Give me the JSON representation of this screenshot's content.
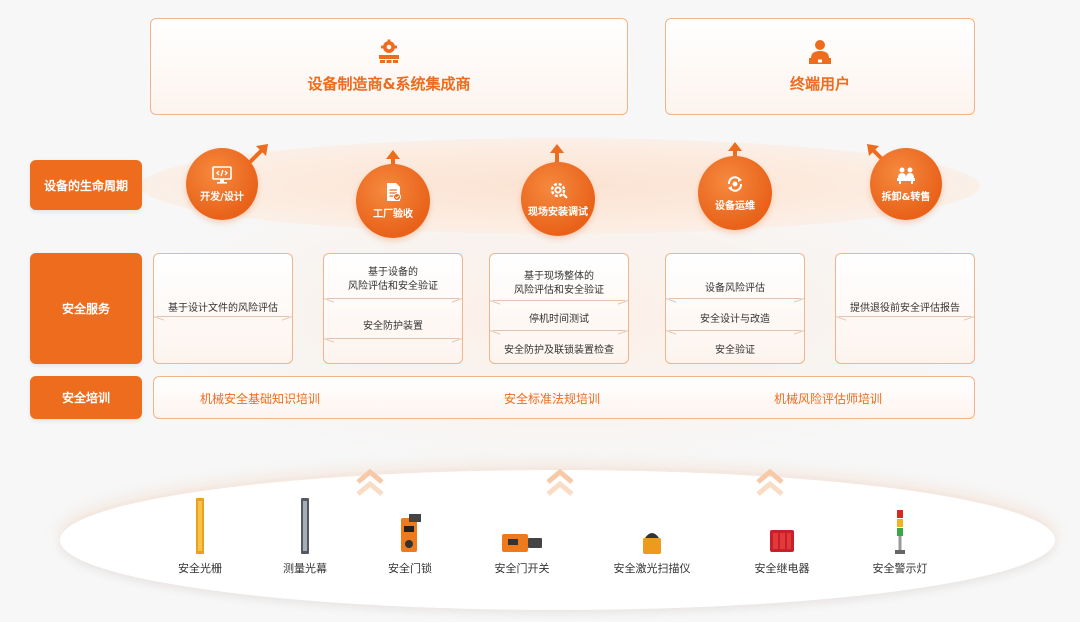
{
  "stakeholders": {
    "manufacturer": "设备制造商&系统集成商",
    "end_user": "终端用户"
  },
  "rows": {
    "lifecycle": "设备的生命周期",
    "services": "安全服务",
    "training": "安全培训"
  },
  "lifecycle_stages": [
    {
      "label": "开发/设计",
      "icon": "code-monitor-icon"
    },
    {
      "label": "工厂验收",
      "icon": "checklist-document-icon"
    },
    {
      "label": "现场安装调试",
      "icon": "gear-settings-icon"
    },
    {
      "label": "设备运维",
      "icon": "maintenance-cycle-icon"
    },
    {
      "label": "拆卸&转售",
      "icon": "people-meeting-icon"
    }
  ],
  "services": [
    {
      "items": [
        "基于设计文件的风险评估"
      ]
    },
    {
      "items": [
        "基于设备的\n风险评估和安全验证",
        "安全防护装置"
      ]
    },
    {
      "items": [
        "基于现场整体的\n风险评估和安全验证",
        "停机时间测试",
        "安全防护及联锁装置检查"
      ]
    },
    {
      "items": [
        "设备风险评估",
        "安全设计与改造",
        "安全验证"
      ]
    },
    {
      "items": [
        "提供退役前安全评估报告"
      ]
    }
  ],
  "training_items": [
    "机械安全基础知识培训",
    "安全标准法规培训",
    "机械风险评估师培训"
  ],
  "products": [
    {
      "label": "安全光栅",
      "icon": "light-curtain-icon"
    },
    {
      "label": "测量光幕",
      "icon": "measuring-curtain-icon"
    },
    {
      "label": "安全门锁",
      "icon": "door-lock-icon"
    },
    {
      "label": "安全门开关",
      "icon": "door-switch-icon"
    },
    {
      "label": "安全激光扫描仪",
      "icon": "laser-scanner-icon"
    },
    {
      "label": "安全继电器",
      "icon": "safety-relay-icon"
    },
    {
      "label": "安全警示灯",
      "icon": "signal-tower-icon"
    }
  ],
  "colors": {
    "accent": "#ee6c1e",
    "border": "#f2b48a",
    "background": "#f7f7f7"
  }
}
